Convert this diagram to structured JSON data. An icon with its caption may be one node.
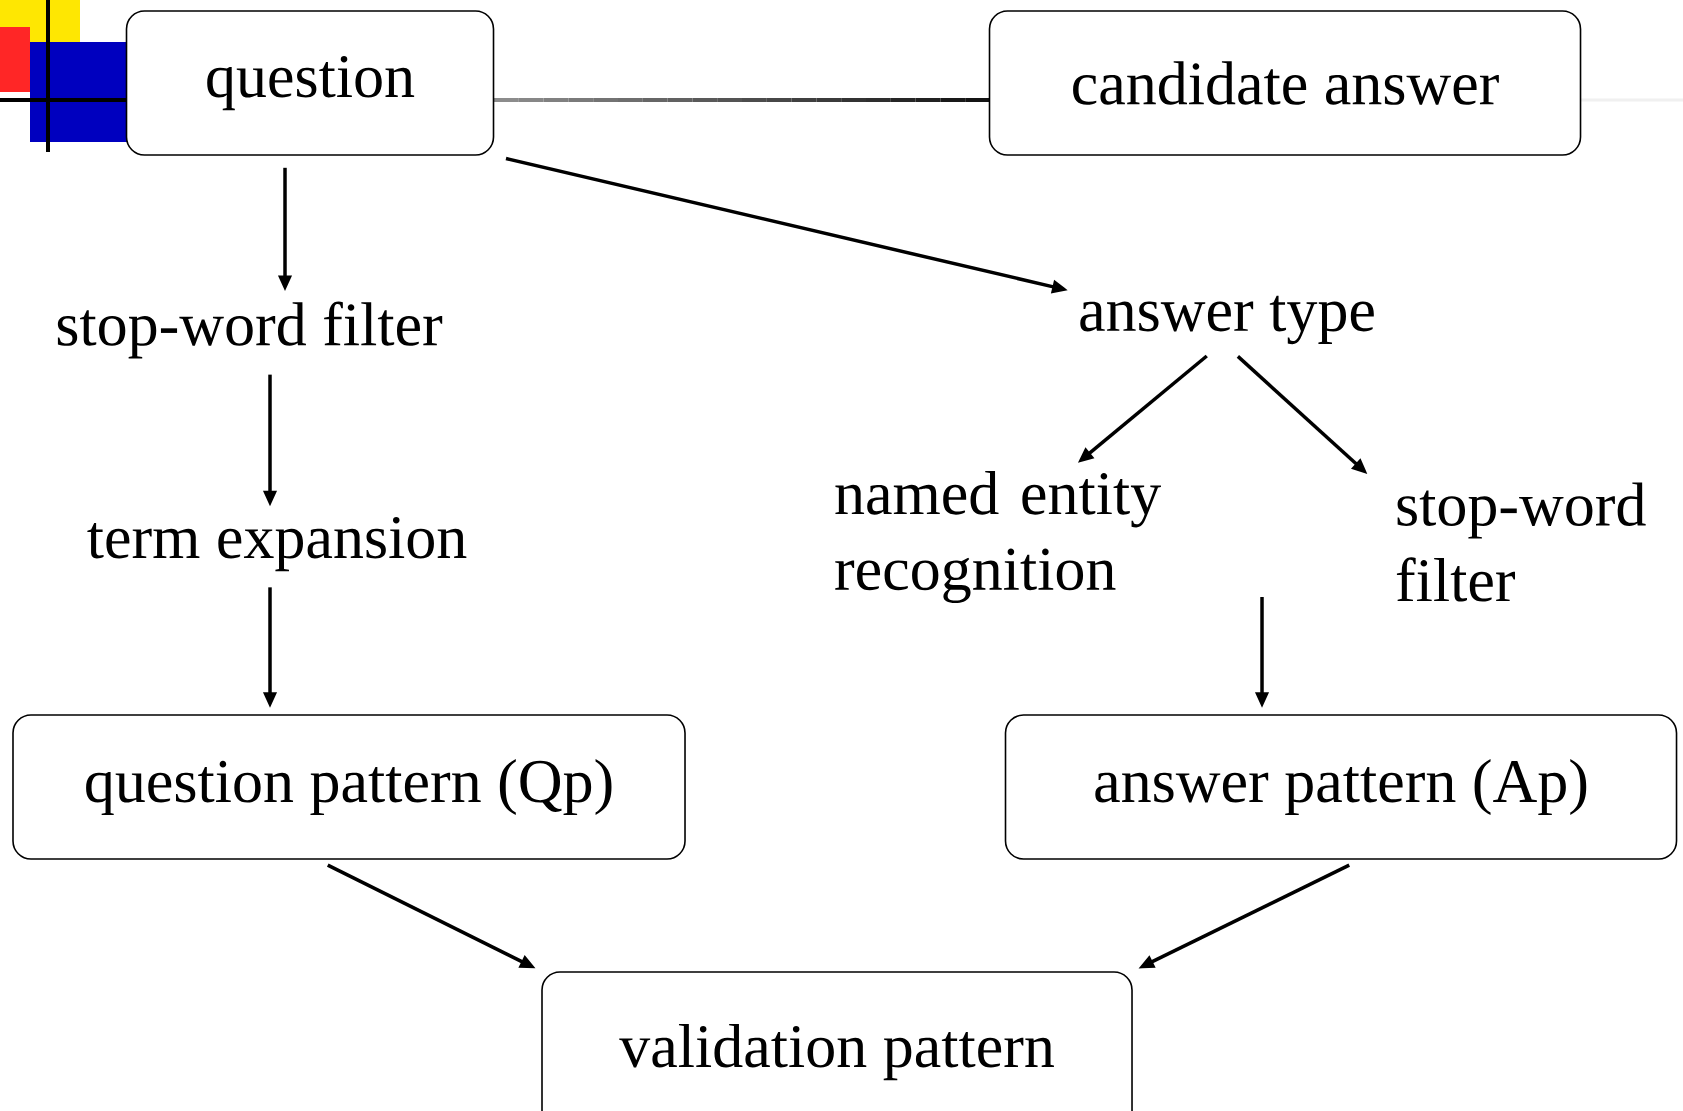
{
  "diagram": {
    "nodes": [
      {
        "text": [
          "question"
        ]
      },
      {
        "text": [
          "candidate answer"
        ]
      },
      {
        "text": [
          "stop-word filter"
        ]
      },
      {
        "text": [
          "answer type"
        ]
      },
      {
        "text": [
          "term expansion"
        ]
      },
      {
        "text": [
          "named entity recognition"
        ]
      },
      {
        "text": [
          "stop-word filter"
        ]
      },
      {
        "text": [
          "question pattern (Qp)"
        ]
      },
      {
        "text": [
          "answer pattern (Ap)"
        ]
      },
      {
        "text": [
          "validation pattern"
        ]
      }
    ],
    "edges": [
      {
        "from": 0,
        "to": 2,
        "arrow": "to"
      },
      {
        "from": 0,
        "to": 3,
        "arrow": "to"
      },
      {
        "from": 3,
        "to": 5,
        "arrow": "to"
      },
      {
        "from": 3,
        "to": 6,
        "arrow": "to"
      },
      {
        "from": 2,
        "to": 4,
        "arrow": "to"
      },
      {
        "from": 4,
        "to": 7,
        "arrow": "to"
      },
      {
        "from": null,
        "to": 8,
        "arrow": "to"
      },
      {
        "from": 7,
        "to": 9,
        "arrow": "to"
      },
      {
        "from": 8,
        "to": 9,
        "arrow": "to"
      }
    ]
  }
}
